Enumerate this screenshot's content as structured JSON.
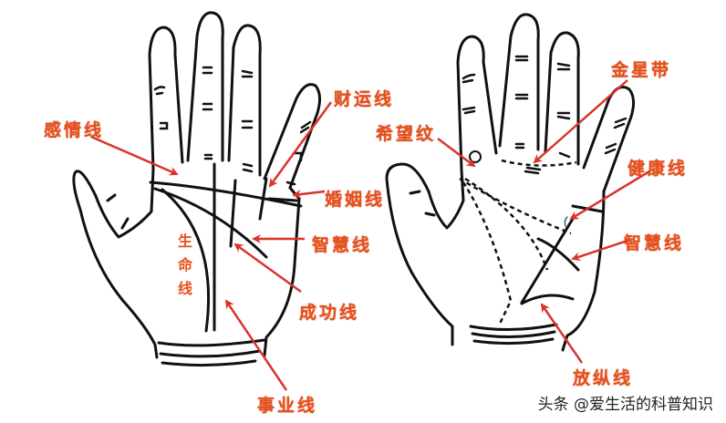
{
  "diagram": {
    "title": "",
    "colors": {
      "label": "#e8501c",
      "arrow": "#d9342b",
      "line": "#111111",
      "background": "#ffffff"
    },
    "left_hand": {
      "labels": {
        "heart_line": "感情线",
        "wealth_line": "财运线",
        "marriage_line": "婚姻线",
        "wisdom_line": "智慧线",
        "life_line": "生命线",
        "success_line": "成功线",
        "career_line": "事业线"
      }
    },
    "right_hand": {
      "labels": {
        "hope_line": "希望纹",
        "venus_belt": "金星带",
        "health_line": "健康线",
        "wisdom_line": "智慧线",
        "indulgence_line": "放纵线"
      }
    }
  },
  "watermark": "头条 @爱生活的科普知识"
}
